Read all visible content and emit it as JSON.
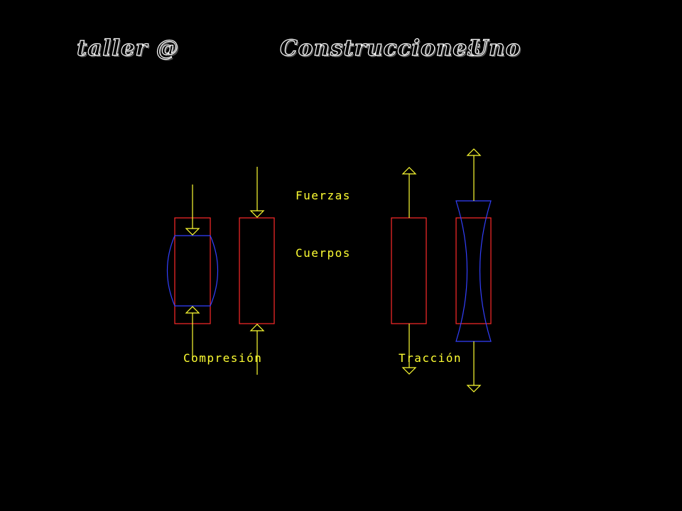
{
  "header": {
    "title_left": "taller @",
    "title_mid": "Construcciones",
    "title_right": "Uno"
  },
  "labels": {
    "forces": "Fuerzas",
    "bodies": "Cuerpos",
    "compression": "Compresión",
    "traction": "Tracción"
  },
  "colors": {
    "force": "#ffff33",
    "body": "#ff2a2a",
    "deformed": "#3340ff",
    "background": "#000000",
    "title": "#ffffff"
  }
}
